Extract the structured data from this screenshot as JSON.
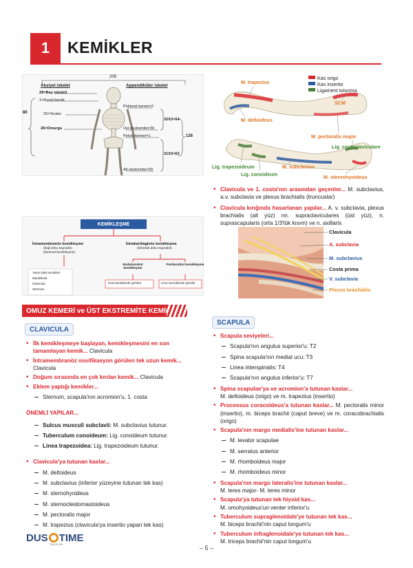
{
  "chapter": {
    "number": "1",
    "title": "KEMİKLER"
  },
  "skeleton": {
    "total": "206",
    "axial_header": "Aksiyel iskelet",
    "appendicular_header": "Appendiküler iskelet",
    "left_labels": [
      "28=Baş iskeleti",
      "1=Hyoid kemik",
      "25=Toraks",
      "26=Omurga"
    ],
    "left_total": "80",
    "right_labels": [
      "Pektoral kemer=2",
      "Üst ekstremite=30",
      "Pelvis kemeri=1",
      "Alt ekstremite=30"
    ],
    "right_mid": [
      "32X2=64",
      "31X2=62"
    ],
    "right_total": "126"
  },
  "clavicle_fig": {
    "legend": [
      "Kas origo",
      "Kas insertio",
      "Ligament tutunma"
    ],
    "legend_colors": [
      "#d9272e",
      "#2c5aa0",
      "#4a7d3a"
    ],
    "labels": {
      "trapezius": "M. trapezius",
      "scm": "SCM",
      "deltoideus": "M. deltoideus",
      "pectoralis": "M. pectoralis major",
      "costaclav": "Lig. costaclaviculare",
      "trapezoideum": "Lig. trapezoideum",
      "subclavius": "M. subclavius",
      "conoideum": "Lig. conoideum",
      "sternohyoideus": "M. sternohyoideus"
    }
  },
  "right_top_bullets": [
    {
      "red": "Clavicula ve 1. costa'nın arasından geçenler...",
      "text": "M. subclavius, a.v. subclavia ve plexus brachialis (truncuslar)"
    },
    {
      "red": "Clavicula kırığında hasarlanan yapılar...",
      "text": "A. v. subclavia, plexus brachialis (alt yüz) nn. supraclaviculares (üst yüz), n. suprascapularis (orta 1/3'lük kısım) ve n. axillaris"
    }
  ],
  "ossification": {
    "title": "KEMİKLEŞME",
    "left_head": "İntramembranöz kemikleşme",
    "left_sub": "(bağ doku kaynaklı)",
    "left_sub2": "(Desmal kemikleşme)",
    "left_items": [
      "Yassı kafa kemikleri",
      "Mandibula",
      "Clavicula",
      "Sternum"
    ],
    "right_head": "İntrakartilaginöz kemikleşme",
    "right_sub": "(kıkırdak doku kaynaklı)",
    "endo_head": "Endokondral kemikleşme",
    "endo_box": "Kısa kemiklerde görülür",
    "peri_head": "Perikondral kemikleşme",
    "peri_box": "Uzun kemiklerde görülür"
  },
  "plexus_fig": {
    "labels": [
      "Clavicula",
      "A. subclavia",
      "M. subclavius",
      "Costa prima",
      "V. subclavia",
      "Plexus brachialis"
    ]
  },
  "section_title": "OMUZ KEMERİ ve ÜST EKSTREMİTE KEMİKLERİ",
  "clavicula": {
    "title": "CLAVICULA",
    "b1_red": "İlk kemikleşmeye başlayan, kemikleşmesini en son tamamlayan kemik...",
    "b1_text": " Clavicula",
    "b2_red": "İntramembranöz ossifikasyon görülen tek uzun kemik...",
    "b2_text": " Clavicula",
    "b3_red": "Doğum sırasında en çok kırılan kemik...",
    "b3_text": " Clavicula",
    "b4_red": "Eklem yaptığı kemikler...",
    "b4_sub": "Sternum, scapula'nın acromion'u, 1. costa",
    "onemli": "ÖNEMLİ YAPILAR...",
    "structs": [
      {
        "bold": "Sulcus musculi subclavii:",
        "text": " M. subclavius tutunur."
      },
      {
        "bold": "Tuberculum conoideum:",
        "text": " Lig. conoideum tutunur."
      },
      {
        "bold": "Linea trapezoidea:",
        "text": " Lig. trapezoideum tutunur."
      }
    ],
    "muscles_red": "Clavicula'ya tutunan kaslar...",
    "muscles": [
      "M. deltoideus",
      "M. subclavius (inferior yüzeyine tutunan tek kas)",
      "M. sternohyoideus",
      "M. sternocleidomastoideus",
      "M. pectoralis major",
      "M. trapezius (clavicula'ya insertio yapan tek kas)"
    ]
  },
  "scapula": {
    "title": "SCAPULA",
    "b1_red": "Scapula seviyeleri...",
    "b1_subs": [
      "Scapula'nın angulus superior'u: T2",
      "Spina scapula'nın medial ucu: T3",
      "Linea interspinalis: T4",
      "Scapula'nın angulus inferior'u: T7"
    ],
    "b2_red": "Spina scapulae'ya ve acromion'a tutunan kaslar...",
    "b2_text": "M. deltoideus (origo) ve m. trapezius (insertio)",
    "b3_red": "Processus coracoideus'a tutunan kaslar...",
    "b3_text": " M. pectoralis minor (insertio), m. biceps brachii (caput breve) ve m. coracobrachialis (origo)",
    "b4_red": "Scapula'nın margo medialis'ine tutunan kaslar...",
    "b4_subs": [
      "M. levator scapulae",
      "M. serratus anterior",
      "M. rhomboideus major",
      "M. rhomboideus minor"
    ],
    "b5_red": "Scapula'nın margo lateralis'ine tutunan kaslar...",
    "b5_text": "M. teres major- M. teres minor",
    "b6_red": "Scapula'ya tutunan tek hiyoid kas...",
    "b6_text": "M. omohyoideus'un venter inferior'u",
    "b7_red": "Tuberculum supraglenoidale'ye tutunan tek kas...",
    "b7_text": "M. biceps brachii'nin caput longum'u",
    "b8_red": "Tuberculum infraglenoidale'ye tutunan tek kas...",
    "b8_text": "M. triceps brachii'nin caput longum'u"
  },
  "footer": {
    "logo_a": "DUS",
    "logo_b": "TIME",
    "logo_sub": "Yayıncılık",
    "page": "– 5 –"
  }
}
